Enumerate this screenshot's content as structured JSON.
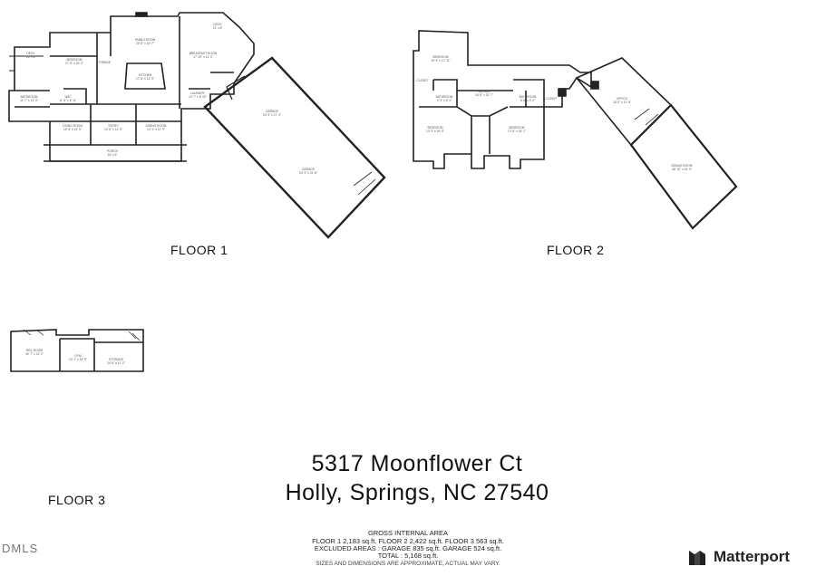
{
  "floors": [
    {
      "label": "FLOOR 1"
    },
    {
      "label": "FLOOR 2"
    },
    {
      "label": "FLOOR 3"
    }
  ],
  "floor1_rooms": [
    {
      "name": "DECK",
      "dim": "16' x 8'"
    },
    {
      "name": "BEDROOM",
      "dim": "17' 8\" x 16' 2\""
    },
    {
      "name": "STORAGE",
      "dim": ""
    },
    {
      "name": "FAMILY ROOM",
      "dim": "25' 8\" x 19' 7\""
    },
    {
      "name": "DECK",
      "dim": "21' x 8'"
    },
    {
      "name": "BREAKFAST ROOM",
      "dim": "17' 10\" x 14' 3\""
    },
    {
      "name": "KITCHEN",
      "dim": "17' 8\" x 13' 3\""
    },
    {
      "name": "BATHROOM",
      "dim": "11' 7\" x 14' 3\""
    },
    {
      "name": "W/IC",
      "dim": "11' 8\" x 6' 11\""
    },
    {
      "name": "LAUNDRY",
      "dim": "10' 7\" x 8' 10\""
    },
    {
      "name": "LIVING ROOM",
      "dim": "15' 5\" x 12' 9\""
    },
    {
      "name": "ENTRY",
      "dim": "10' 8\" x 12' 9\""
    },
    {
      "name": "DINING ROOM",
      "dim": "14' 1\" x 12' 9\""
    },
    {
      "name": "PORCH",
      "dim": "62' x 6'"
    },
    {
      "name": "GARAGE",
      "dim": "24' 3\" x 17' 4\""
    },
    {
      "name": "GARAGE",
      "dim": "24' 3\" x 21' 8\""
    }
  ],
  "floor2_rooms": [
    {
      "name": "BEDROOM",
      "dim": "15' 9\" x 17' 11\""
    },
    {
      "name": "CLOSET",
      "dim": ""
    },
    {
      "name": "BATHROOM",
      "dim": "9' 3\" x 6' 4\""
    },
    {
      "name": "HALLWAY",
      "dim": "34' 8\" x 20' 7\""
    },
    {
      "name": "BATHROOM",
      "dim": "8' 6\" x 9' 2\""
    },
    {
      "name": "CLOSET",
      "dim": ""
    },
    {
      "name": "OFFICE",
      "dim": "18' 6\" x 11' 4\""
    },
    {
      "name": "BEDROOM",
      "dim": "13' 3\" x 16' 9\""
    },
    {
      "name": "BEDROOM",
      "dim": "13' 6\" x 18' 1\""
    },
    {
      "name": "BONUS ROOM",
      "dim": "38' 10\" x 16' 4\""
    }
  ],
  "floor3_rooms": [
    {
      "name": "REC ROOM",
      "dim": "40' 7\" x 13' 2\""
    },
    {
      "name": "GYM",
      "dim": "10' 1\" x 15' 9\""
    },
    {
      "name": "STORAGE",
      "dim": "24' 6\" x 11' 2\""
    }
  ],
  "address": {
    "line1": "5317 Moonflower Ct",
    "line2": "Holly, Springs, NC 27540"
  },
  "area": {
    "heading": "GROSS INTERNAL AREA",
    "floors_line": "FLOOR 1 2,183 sq.ft.    FLOOR 2 2,422 sq.ft.    FLOOR 3 563 sq.ft.",
    "excluded_line": "EXCLUDED AREAS :   GARAGE 835 sq.ft.   GARAGE 524 sq.ft.",
    "total_line": "TOTAL :   5,168 sq.ft.",
    "disclaimer": "SIZES AND DIMENSIONS ARE APPROXIMATE, ACTUAL MAY VARY."
  },
  "watermark": "DMLS",
  "brand": {
    "name": "Matterport",
    "logo_icon": "matterport-logo-icon"
  }
}
